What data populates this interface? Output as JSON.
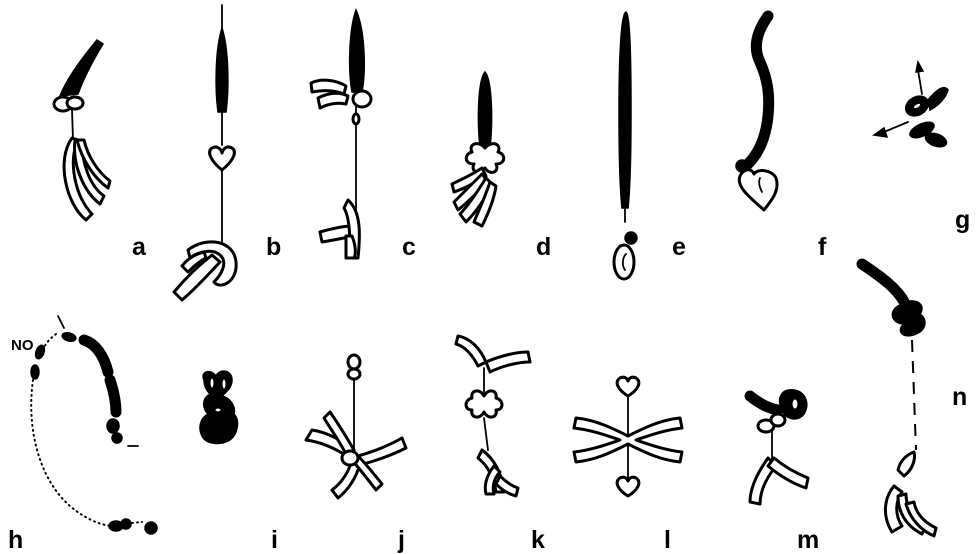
{
  "panels": [
    {
      "id": "a",
      "label": "a"
    },
    {
      "id": "b",
      "label": "b"
    },
    {
      "id": "c",
      "label": "c"
    },
    {
      "id": "d",
      "label": "d"
    },
    {
      "id": "e",
      "label": "e"
    },
    {
      "id": "f",
      "label": "f"
    },
    {
      "id": "g",
      "label": "g"
    },
    {
      "id": "h",
      "label": "h"
    },
    {
      "id": "i",
      "label": "i"
    },
    {
      "id": "j",
      "label": "j"
    },
    {
      "id": "k",
      "label": "k"
    },
    {
      "id": "l",
      "label": "l"
    },
    {
      "id": "m",
      "label": "m"
    },
    {
      "id": "n",
      "label": "n"
    }
  ],
  "annotations": {
    "nucleolus_label": "NO"
  },
  "colors": {
    "ink": "#000000",
    "background": "#ffffff"
  }
}
